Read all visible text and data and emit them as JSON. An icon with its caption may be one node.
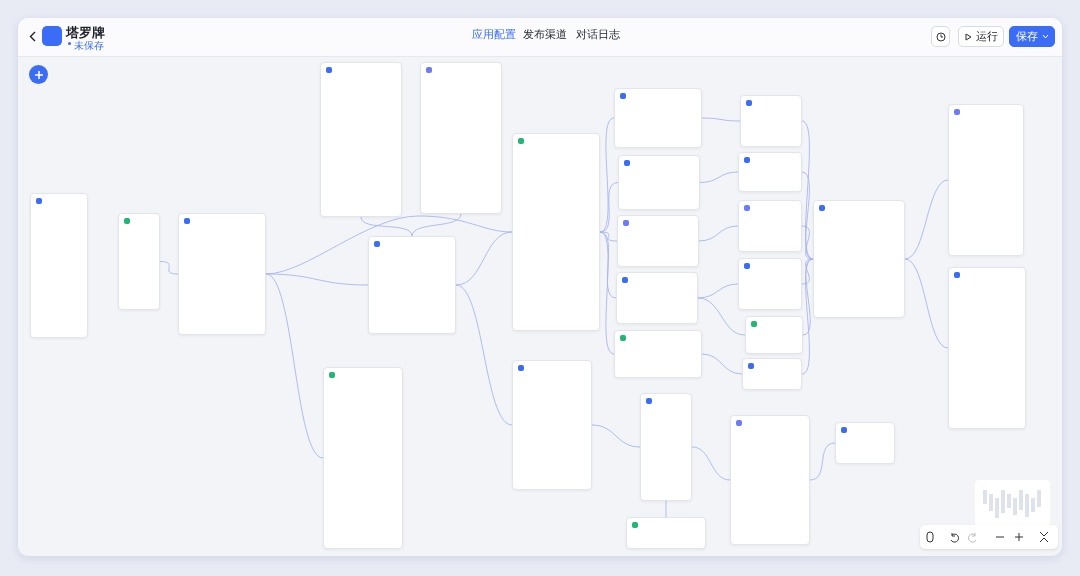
{
  "diagram": {
    "title": "塔罗牌",
    "nodes": [
      {
        "text": [],
        "shape": "box"
      },
      {
        "text": [],
        "shape": "box"
      },
      {
        "text": [],
        "shape": "box"
      },
      {
        "text": [],
        "shape": "box"
      },
      {
        "text": [],
        "shape": "box"
      },
      {
        "text": [],
        "shape": "box"
      },
      {
        "text": [],
        "shape": "box"
      },
      {
        "text": [],
        "shape": "box"
      },
      {
        "text": [],
        "shape": "box"
      },
      {
        "text": [],
        "shape": "box"
      },
      {
        "text": [],
        "shape": "box"
      },
      {
        "text": [],
        "shape": "box"
      },
      {
        "text": [],
        "shape": "box"
      },
      {
        "text": [],
        "shape": "box"
      },
      {
        "text": [],
        "shape": "box"
      },
      {
        "text": [],
        "shape": "box"
      },
      {
        "text": [],
        "shape": "box"
      },
      {
        "text": [],
        "shape": "box"
      },
      {
        "text": [],
        "shape": "box"
      },
      {
        "text": [],
        "shape": "box"
      },
      {
        "text": [],
        "shape": "box"
      },
      {
        "text": [],
        "shape": "box"
      },
      {
        "text": [],
        "shape": "box"
      },
      {
        "text": [],
        "shape": "box"
      },
      {
        "text": [],
        "shape": "box"
      },
      {
        "text": [],
        "shape": "box"
      },
      {
        "text": [],
        "shape": "box"
      }
    ],
    "edges": [
      {
        "from": 1,
        "to": 2,
        "arrow": "none"
      },
      {
        "from": 2,
        "to": 5,
        "arrow": "none"
      },
      {
        "from": 2,
        "to": 6,
        "arrow": "none"
      },
      {
        "from": 2,
        "to": 21,
        "arrow": "none"
      },
      {
        "from": 3,
        "to": 5,
        "arrow": "none"
      },
      {
        "from": 4,
        "to": 5,
        "arrow": "none"
      },
      {
        "from": 5,
        "to": 6,
        "arrow": "none"
      },
      {
        "from": 5,
        "to": 22,
        "arrow": "none"
      },
      {
        "from": 6,
        "to": 7,
        "arrow": "none"
      },
      {
        "from": 6,
        "to": 8,
        "arrow": "none"
      },
      {
        "from": 6,
        "to": 9,
        "arrow": "none"
      },
      {
        "from": 6,
        "to": 10,
        "arrow": "none"
      },
      {
        "from": 6,
        "to": 11,
        "arrow": "none"
      },
      {
        "from": 7,
        "to": 12,
        "arrow": "none"
      },
      {
        "from": 8,
        "to": 13,
        "arrow": "none"
      },
      {
        "from": 9,
        "to": 14,
        "arrow": "none"
      },
      {
        "from": 10,
        "to": 15,
        "arrow": "none"
      },
      {
        "from": 10,
        "to": 16,
        "arrow": "none"
      },
      {
        "from": 11,
        "to": 17,
        "arrow": "none"
      },
      {
        "from": 12,
        "to": 18,
        "arrow": "none"
      },
      {
        "from": 13,
        "to": 18,
        "arrow": "none"
      },
      {
        "from": 14,
        "to": 18,
        "arrow": "none"
      },
      {
        "from": 15,
        "to": 18,
        "arrow": "none"
      },
      {
        "from": 16,
        "to": 18,
        "arrow": "none"
      },
      {
        "from": 17,
        "to": 18,
        "arrow": "none"
      },
      {
        "from": 18,
        "to": 19,
        "arrow": "none"
      },
      {
        "from": 18,
        "to": 20,
        "arrow": "none"
      },
      {
        "from": 22,
        "to": 23,
        "arrow": "none"
      },
      {
        "from": 23,
        "to": 24,
        "arrow": "none"
      },
      {
        "from": 23,
        "to": 26,
        "arrow": "none"
      },
      {
        "from": 24,
        "to": 25,
        "arrow": "none"
      }
    ],
    "labels": [
      "未保存",
      "应用配置",
      "发布渠道",
      "对话日志",
      "运行",
      "保存"
    ]
  }
}
